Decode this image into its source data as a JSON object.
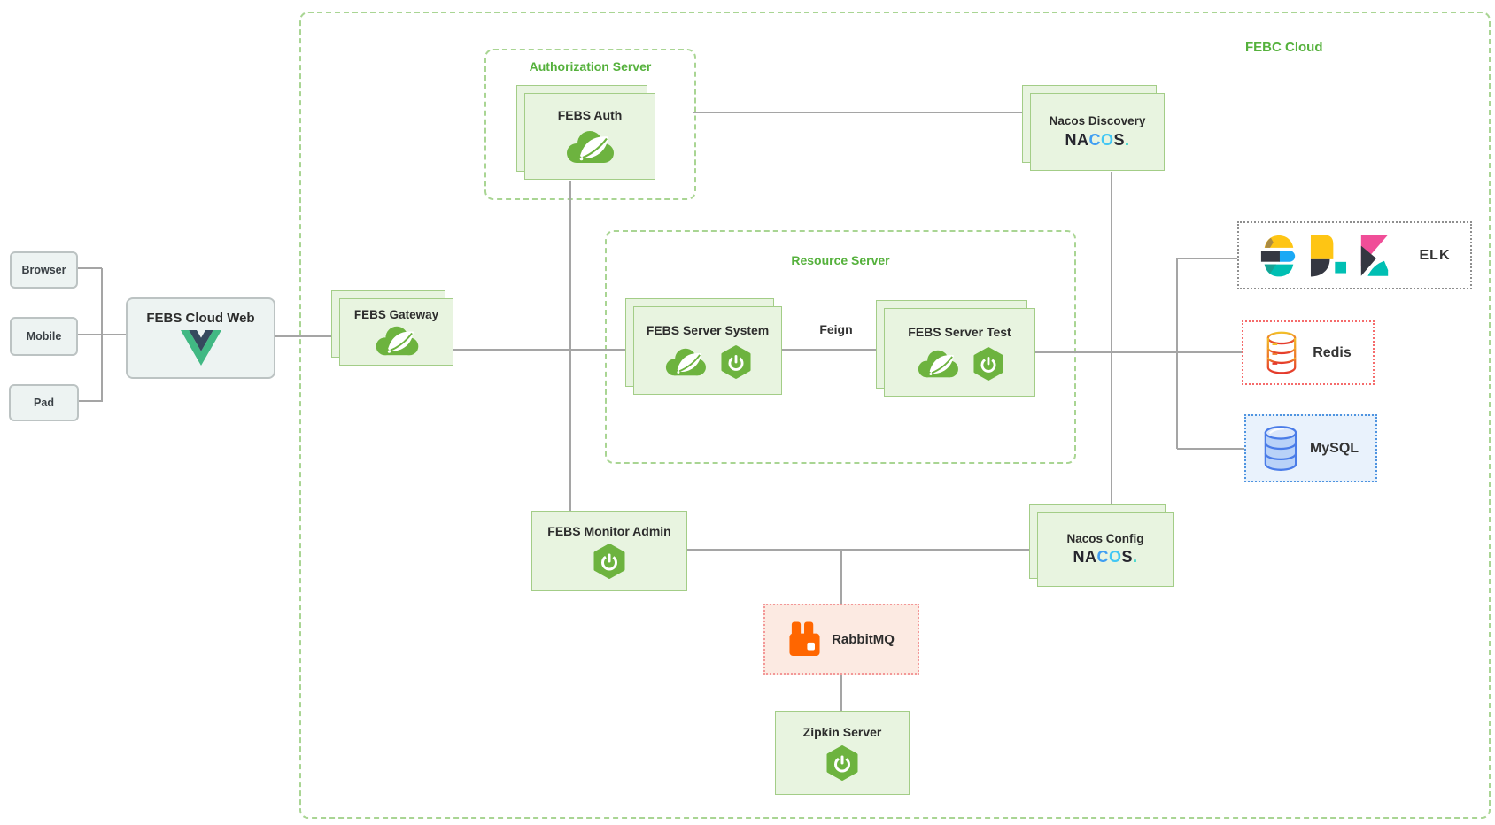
{
  "cloud": {
    "label": "FEBC Cloud"
  },
  "clients": {
    "browser": "Browser",
    "mobile": "Mobile",
    "pad": "Pad"
  },
  "groups": {
    "authorization": {
      "label": "Authorization Server"
    },
    "resource": {
      "label": "Resource Server"
    }
  },
  "nodes": {
    "web": {
      "title": "FEBS Cloud Web",
      "icon": "vue-icon"
    },
    "gateway": {
      "title": "FEBS Gateway",
      "icon": "spring-cloud-icon"
    },
    "auth": {
      "title": "FEBS Auth",
      "icon": "spring-cloud-icon"
    },
    "system": {
      "title": "FEBS Server System",
      "icon": "spring-cloud-icon spring-boot-icon"
    },
    "test": {
      "title": "FEBS Server Test",
      "icon": "spring-cloud-icon spring-boot-icon"
    },
    "discovery": {
      "title": "Nacos Discovery",
      "icon": "nacos-wordmark"
    },
    "config": {
      "title": "Nacos Config",
      "icon": "nacos-wordmark"
    },
    "monitor": {
      "title": "FEBS Monitor Admin",
      "icon": "spring-boot-icon"
    },
    "rabbitmq": {
      "title": "RabbitMQ",
      "icon": "rabbitmq-icon"
    },
    "zipkin": {
      "title": "Zipkin Server",
      "icon": "spring-boot-icon"
    },
    "elk": {
      "title": "ELK",
      "icon": "elasticsearch-icon logstash-icon kibana-icon"
    },
    "redis": {
      "title": "Redis",
      "icon": "redis-db-icon"
    },
    "mysql": {
      "title": "MySQL",
      "icon": "mysql-db-icon"
    }
  },
  "edges": {
    "feign_label": "Feign"
  },
  "nacos_logo": {
    "n": "N",
    "a": "A",
    "c": "C",
    "o": "O",
    "s": "S",
    "dot": "."
  },
  "colors": {
    "spring_green": "#6db33f",
    "green_box_fill": "#e8f4e0",
    "green_box_border": "#a3cd87",
    "group_dash_green": "#a9d593",
    "label_green": "#55b13c",
    "line_gray": "#a5a5a5",
    "rabbit_orange": "#ff6600",
    "rabbit_box_fill": "#fceae2",
    "redis_red": "#e4392c",
    "redis_yellow": "#f2c029",
    "mysql_blue": "#4a7ce8",
    "mysql_box_fill": "#e9f2fc",
    "elastic_yellow": "#fec514",
    "elastic_teal": "#00bfb3",
    "elastic_pink": "#f04e98",
    "elastic_dark": "#343741",
    "nacos_blue": "#3f9ef2",
    "nacos_cyan": "#41c7f4",
    "vue_green": "#41b883",
    "vue_dark": "#35495e"
  }
}
